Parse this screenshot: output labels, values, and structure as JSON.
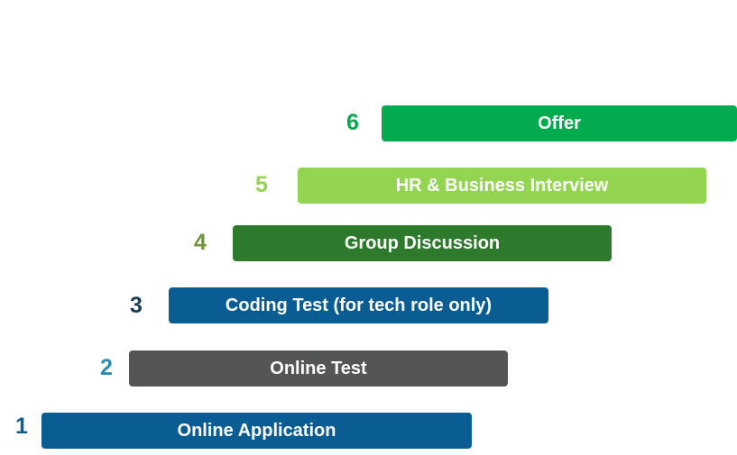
{
  "steps": [
    {
      "number": "1",
      "label": "Online Application",
      "color": "#0a5d93",
      "number_color": "#0a5d93"
    },
    {
      "number": "2",
      "label": "Online Test",
      "color": "#545557",
      "number_color": "#2b8db0"
    },
    {
      "number": "3",
      "label": "Coding Test (for tech role only)",
      "color": "#0a5d93",
      "number_color": "#163d54"
    },
    {
      "number": "4",
      "label": "Group Discussion",
      "color": "#2e7a2c",
      "number_color": "#6f953a"
    },
    {
      "number": "5",
      "label": "HR & Business Interview",
      "color": "#93d451",
      "number_color": "#93d451"
    },
    {
      "number": "6",
      "label": "Offer",
      "color": "#01ab4e",
      "number_color": "#01ab4e"
    }
  ]
}
